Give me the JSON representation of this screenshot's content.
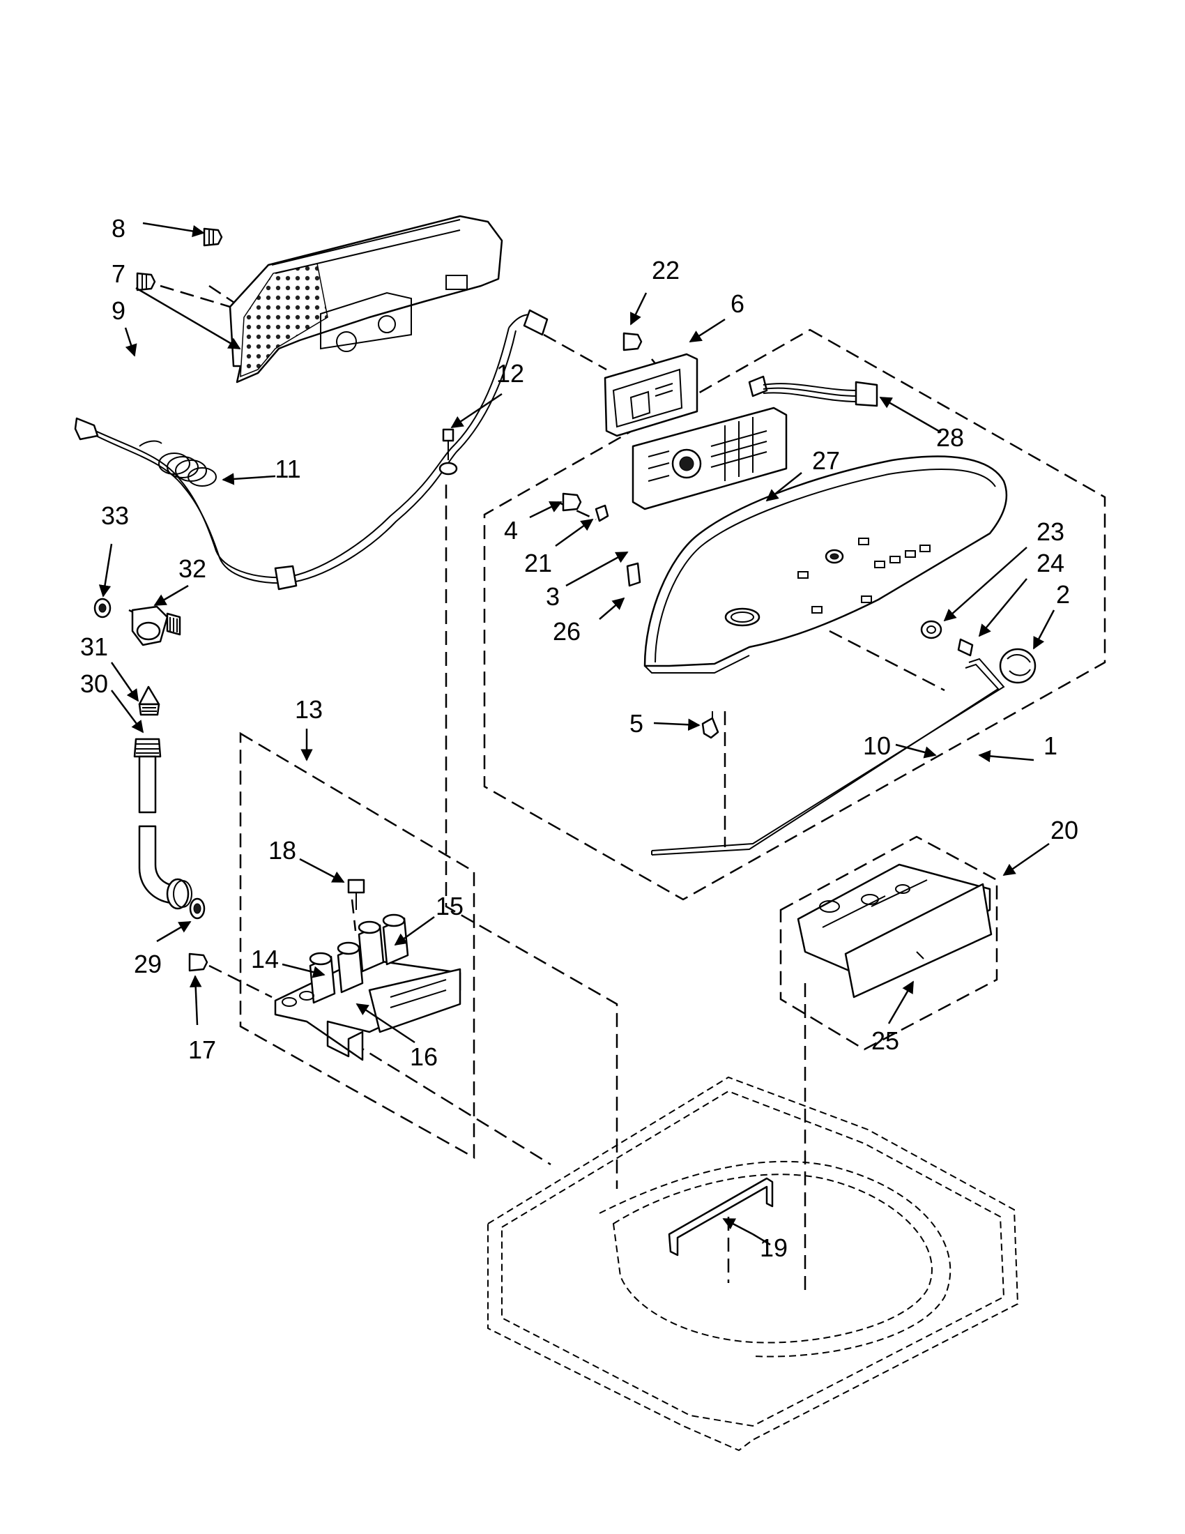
{
  "callouts": [
    {
      "id": "c1",
      "text": "1"
    },
    {
      "id": "c2",
      "text": "2"
    },
    {
      "id": "c3",
      "text": "3"
    },
    {
      "id": "c4",
      "text": "4"
    },
    {
      "id": "c5",
      "text": "5"
    },
    {
      "id": "c6",
      "text": "6"
    },
    {
      "id": "c7",
      "text": "7"
    },
    {
      "id": "c8",
      "text": "8"
    },
    {
      "id": "c9",
      "text": "9"
    },
    {
      "id": "c10",
      "text": "10"
    },
    {
      "id": "c11",
      "text": "11"
    },
    {
      "id": "c12",
      "text": "12"
    },
    {
      "id": "c13",
      "text": "13"
    },
    {
      "id": "c14",
      "text": "14"
    },
    {
      "id": "c15",
      "text": "15"
    },
    {
      "id": "c16",
      "text": "16"
    },
    {
      "id": "c17",
      "text": "17"
    },
    {
      "id": "c18",
      "text": "18"
    },
    {
      "id": "c19",
      "text": "19"
    },
    {
      "id": "c20",
      "text": "20"
    },
    {
      "id": "c21",
      "text": "21"
    },
    {
      "id": "c22",
      "text": "22"
    },
    {
      "id": "c23",
      "text": "23"
    },
    {
      "id": "c24",
      "text": "24"
    },
    {
      "id": "c25",
      "text": "25"
    },
    {
      "id": "c26",
      "text": "26"
    },
    {
      "id": "c27",
      "text": "27"
    },
    {
      "id": "c28",
      "text": "28"
    },
    {
      "id": "c29",
      "text": "29"
    },
    {
      "id": "c30",
      "text": "30"
    },
    {
      "id": "c31",
      "text": "31"
    },
    {
      "id": "c32",
      "text": "32"
    },
    {
      "id": "c33",
      "text": "33"
    }
  ]
}
